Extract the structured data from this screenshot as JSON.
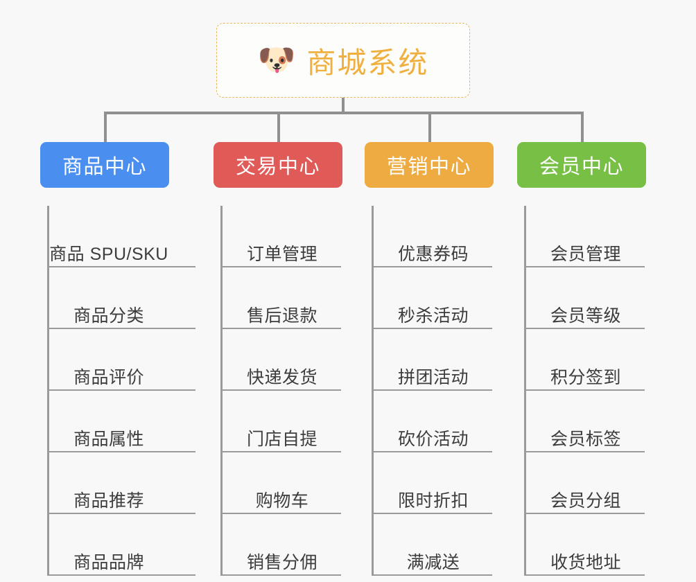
{
  "page": {
    "background_color": "#f8f8f8",
    "text_color": "#3c3c3c",
    "connector_color": "#9a9a9a"
  },
  "root": {
    "icon": "shiba-dog-face-emoji",
    "icon_glyph": "🐶",
    "title": "商城系统",
    "accent_color": "#f0b040",
    "border_style": "dashed"
  },
  "branches": [
    {
      "label": "商品中心",
      "color": "#4a8ff0",
      "items": [
        "商品 SPU/SKU",
        "商品分类",
        "商品评价",
        "商品属性",
        "商品推荐",
        "商品品牌"
      ]
    },
    {
      "label": "交易中心",
      "color": "#e05b58",
      "items": [
        "订单管理",
        "售后退款",
        "快递发货",
        "门店自提",
        "购物车",
        "销售分佣"
      ]
    },
    {
      "label": "营销中心",
      "color": "#eeab42",
      "items": [
        "优惠券码",
        "秒杀活动",
        "拼团活动",
        "砍价活动",
        "限时折扣",
        "满减送"
      ]
    },
    {
      "label": "会员中心",
      "color": "#78c045",
      "items": [
        "会员管理",
        "会员等级",
        "积分签到",
        "会员标签",
        "会员分组",
        "收货地址"
      ]
    }
  ]
}
